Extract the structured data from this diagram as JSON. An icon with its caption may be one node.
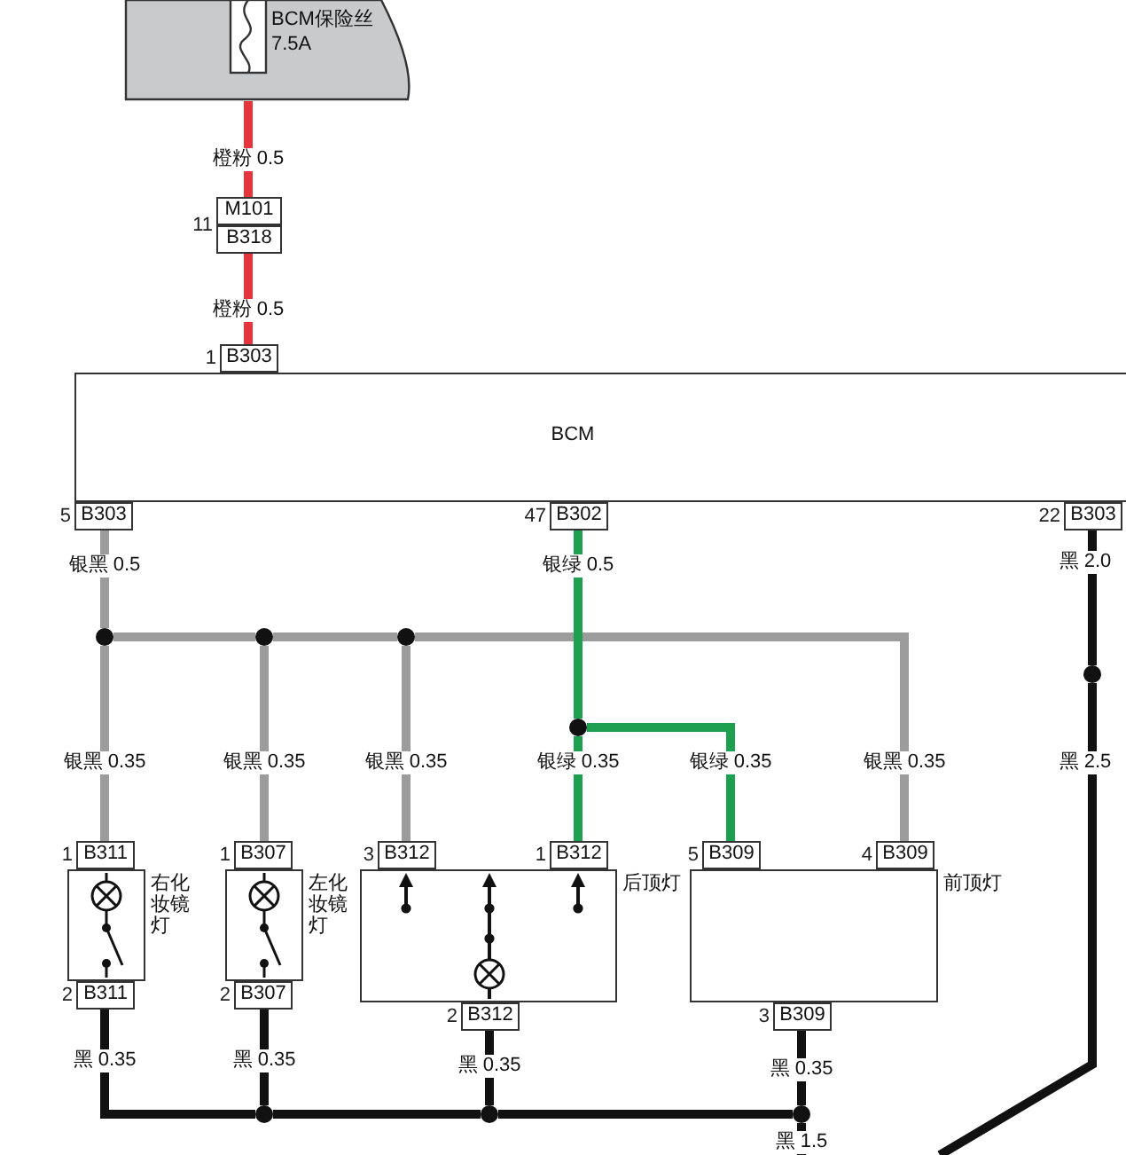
{
  "diagram": {
    "nodes": [
      {
        "text": [
          "BCM保险丝 7.5A"
        ]
      },
      {
        "text": [
          "M101",
          "B318"
        ],
        "beside": [
          "11"
        ]
      },
      {
        "text": [
          "BCM"
        ]
      },
      {
        "text": [
          "B303"
        ],
        "beside": [
          "1"
        ]
      },
      {
        "text": [
          "B303"
        ],
        "beside": [
          "5"
        ]
      },
      {
        "text": [
          "B302"
        ],
        "beside": [
          "47"
        ]
      },
      {
        "text": [
          "B303"
        ],
        "beside": [
          "22"
        ]
      },
      {
        "text": [],
        "shape": "circle"
      },
      {
        "text": [],
        "shape": "circle"
      },
      {
        "text": [],
        "shape": "circle"
      },
      {
        "text": [],
        "shape": "circle"
      },
      {
        "text": [],
        "shape": "circle"
      },
      {
        "text": [
          "右化妆镜灯"
        ]
      },
      {
        "text": [
          "B311"
        ],
        "beside": [
          "1"
        ]
      },
      {
        "text": [
          "B311"
        ],
        "beside": [
          "2"
        ]
      },
      {
        "text": [
          "左化妆镜灯"
        ]
      },
      {
        "text": [
          "B307"
        ],
        "beside": [
          "1"
        ]
      },
      {
        "text": [
          "B307"
        ],
        "beside": [
          "2"
        ]
      },
      {
        "text": [
          "后顶灯"
        ]
      },
      {
        "text": [
          "B312"
        ],
        "beside": [
          "3"
        ]
      },
      {
        "text": [
          "B312"
        ],
        "beside": [
          "1"
        ]
      },
      {
        "text": [
          "B312"
        ],
        "beside": [
          "2"
        ]
      },
      {
        "text": [
          "前顶灯"
        ]
      },
      {
        "text": [
          "B309"
        ],
        "beside": [
          "5"
        ]
      },
      {
        "text": [
          "B309"
        ],
        "beside": [
          "4"
        ]
      },
      {
        "text": [
          "B309"
        ],
        "beside": [
          "3"
        ]
      },
      {
        "text": [],
        "shape": "circle"
      },
      {
        "text": [],
        "shape": "circle"
      },
      {
        "text": [],
        "shape": "circle"
      }
    ],
    "edges": [
      {
        "from": 0,
        "to": 1,
        "arrow": "none",
        "label": "橙粉 0.5",
        "color": "#e8343c"
      },
      {
        "from": 1,
        "to": 3,
        "arrow": "none",
        "label": "橙粉 0.5",
        "color": "#e8343c"
      },
      {
        "from": 4,
        "to": 7,
        "arrow": "none",
        "label": "银黑 0.5",
        "color": "#9c9c9c"
      },
      {
        "from": 7,
        "to": 8,
        "arrow": "none",
        "color": "#9c9c9c"
      },
      {
        "from": 8,
        "to": 9,
        "arrow": "none",
        "color": "#9c9c9c"
      },
      {
        "from": 9,
        "to": 24,
        "arrow": "none",
        "label": "银黑 0.35",
        "color": "#9c9c9c"
      },
      {
        "from": 7,
        "to": 13,
        "arrow": "none",
        "label": "银黑 0.35",
        "color": "#9c9c9c"
      },
      {
        "from": 8,
        "to": 16,
        "arrow": "none",
        "label": "银黑 0.35",
        "color": "#9c9c9c"
      },
      {
        "from": 9,
        "to": 19,
        "arrow": "none",
        "label": "银黑 0.35",
        "color": "#9c9c9c"
      },
      {
        "from": 5,
        "to": 10,
        "arrow": "none",
        "label": "银绿 0.5",
        "color": "#1fa050"
      },
      {
        "from": 10,
        "to": 20,
        "arrow": "none",
        "label": "银绿 0.35",
        "color": "#1fa050"
      },
      {
        "from": 10,
        "to": 23,
        "arrow": "none",
        "label": "银绿 0.35",
        "color": "#1fa050"
      },
      {
        "from": 6,
        "to": 11,
        "arrow": "none",
        "label": "黑 2.0"
      },
      {
        "from": 11,
        "to": null,
        "arrow": "none",
        "label": "黑 2.5"
      },
      {
        "from": 14,
        "to": 26,
        "arrow": "none",
        "label": "黑 0.35"
      },
      {
        "from": 17,
        "to": 26,
        "arrow": "none",
        "label": "黑 0.35"
      },
      {
        "from": 26,
        "to": 27,
        "arrow": "none"
      },
      {
        "from": 21,
        "to": 27,
        "arrow": "none",
        "label": "黑 0.35"
      },
      {
        "from": 27,
        "to": 28,
        "arrow": "none"
      },
      {
        "from": 25,
        "to": 28,
        "arrow": "none",
        "label": "黑 0.35"
      },
      {
        "from": 28,
        "to": null,
        "arrow": "none",
        "label": "黑 1.5"
      }
    ]
  }
}
